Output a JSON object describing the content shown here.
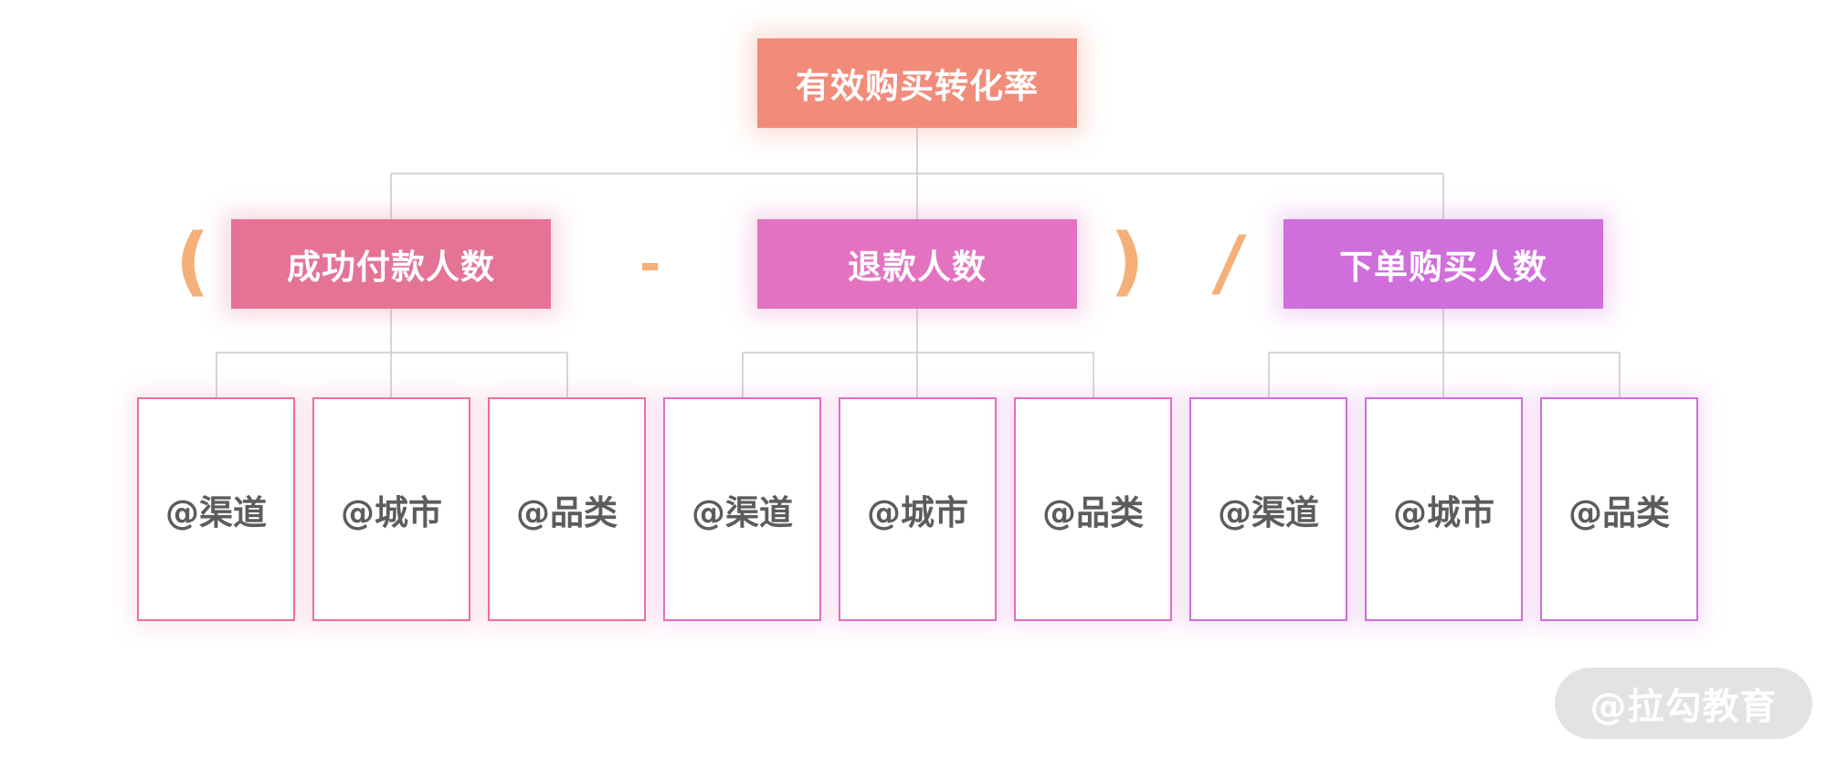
{
  "diagram": {
    "root": {
      "label": "有效购买转化率"
    },
    "operators": {
      "left_paren": "(",
      "minus": "-",
      "right_paren": ")",
      "divide": "/"
    },
    "groups": [
      {
        "label": "成功付款人数",
        "color": "#e47396",
        "leaves": [
          "@渠道",
          "@城市",
          "@品类"
        ]
      },
      {
        "label": "退款人数",
        "color": "#e373c0",
        "leaves": [
          "@渠道",
          "@城市",
          "@品类"
        ]
      },
      {
        "label": "下单购买人数",
        "color": "#d06edb",
        "leaves": [
          "@渠道",
          "@城市",
          "@品类"
        ]
      }
    ],
    "root_color": "#f28c7a",
    "operator_color": "#f4b078",
    "connector_color": "#c8c8c8"
  },
  "watermark": {
    "text": "@拉勾教育"
  }
}
